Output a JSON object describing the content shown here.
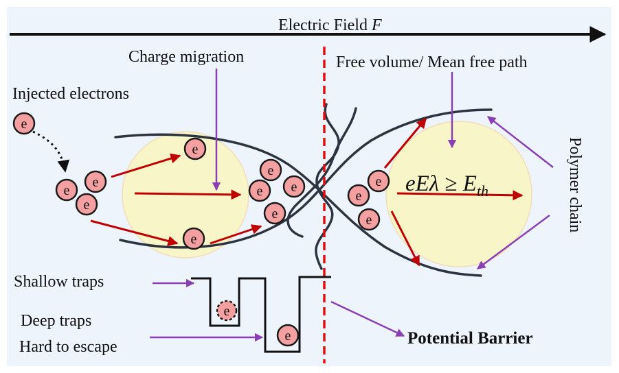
{
  "field_label": "Electric Field ",
  "field_symbol": "F",
  "labels": {
    "charge_migration": "Charge migration",
    "injected_electrons": "Injected electrons",
    "free_volume": "Free volume/ Mean free path",
    "polymer_chain": "Polymer chain",
    "shallow_traps": "Shallow traps",
    "deep_traps": "Deep traps",
    "hard_to_escape": "Hard to escape",
    "potential_barrier": "Potential Barrier"
  },
  "equation": {
    "lhs": "eE",
    "lambda": "λ",
    "op": " ≥ ",
    "e": "E",
    "sub": "th"
  },
  "electron_symbol": "e",
  "colors": {
    "background": "#eef4fc",
    "electron_fill": "#f5a0a0",
    "electron_stroke": "#1a1a1a",
    "free_volume_fill": "#f8f6c8",
    "arrow_red": "#c00000",
    "arrow_purple": "#8a3fb5",
    "barrier_dashed": "#e01010",
    "polymer_chain": "#2b3440"
  }
}
